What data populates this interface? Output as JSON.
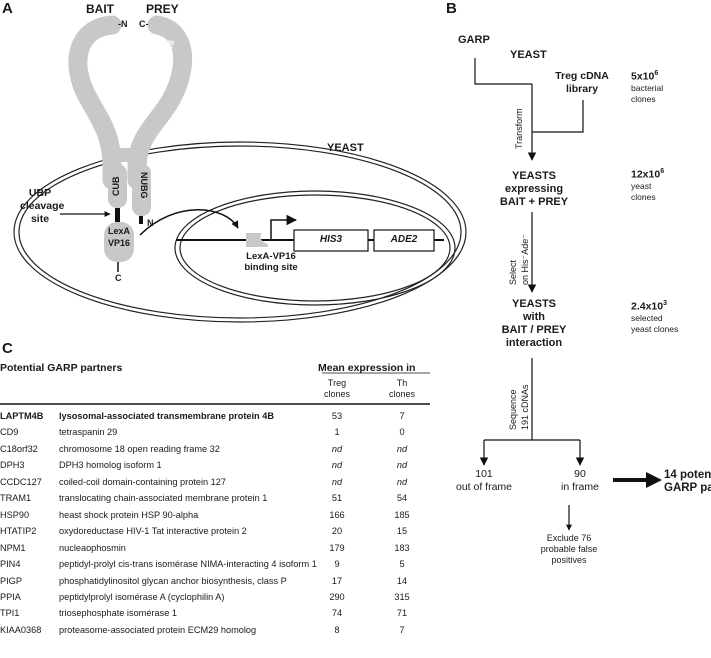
{
  "panel_a": {
    "label": "A",
    "bait": "BAIT",
    "prey": "PREY",
    "n_top": "-N",
    "c_top": "C-",
    "garp": "GARP",
    "treg_proteins": "Treg proteins",
    "yeast": "YEAST",
    "cub": "CUB",
    "nubg": "NUBG",
    "ubp_cleavage_site": [
      "UBP",
      "cleavage",
      "site"
    ],
    "n_bottom": "N",
    "lexa": "LexA",
    "vp16": "VP16",
    "c_bottom": "C",
    "binding_site": [
      "LexA-VP16",
      "binding site"
    ],
    "his3": "HIS3",
    "ade2": "ADE2"
  },
  "panel_b": {
    "label": "B",
    "garp": "GARP",
    "yeast": "YEAST",
    "treg_library": [
      "Treg cDNA",
      "library"
    ],
    "count1": {
      "value": "5x10",
      "exp": "6",
      "desc": [
        "bacterial",
        "clones"
      ]
    },
    "transform": "Transform",
    "yeasts_expressing": [
      "YEASTS",
      "expressing",
      "BAIT + PREY"
    ],
    "count2": {
      "value": "12x10",
      "exp": "6",
      "desc": [
        "yeast",
        "clones"
      ]
    },
    "select": [
      "Select",
      "on His⁻Ade⁻"
    ],
    "yeasts_with": [
      "YEASTS",
      "with",
      "BAIT / PREY",
      "interaction"
    ],
    "count3": {
      "value": "2.4x10",
      "exp": "3",
      "desc": [
        "selected",
        "yeast clones"
      ]
    },
    "sequence": [
      "Sequence",
      "191 cDNAs"
    ],
    "out_of_frame": [
      "101",
      "out of frame"
    ],
    "in_frame": [
      "90",
      "in frame"
    ],
    "exclude": [
      "Exclude 76",
      "probable false",
      "positives"
    ],
    "potential": [
      "14 potential",
      "GARP partners"
    ]
  },
  "panel_c": {
    "label": "C",
    "title": "Potential GARP partners",
    "mean_expression": "Mean expression in",
    "col1": [
      "Treg",
      "clones"
    ],
    "col2": [
      "Th",
      "clones"
    ],
    "rows": [
      {
        "gene": "LAPTM4B",
        "desc": "lysosomal-associated transmembrane protein 4B",
        "treg": "53",
        "th": "7"
      },
      {
        "gene": "CD9",
        "desc": "tetraspanin 29",
        "treg": "1",
        "th": "0"
      },
      {
        "gene": "C18orf32",
        "desc": "chromosome 18 open reading frame 32",
        "treg": "nd",
        "th": "nd"
      },
      {
        "gene": "DPH3",
        "desc": "DPH3 homolog isoform 1",
        "treg": "nd",
        "th": "nd"
      },
      {
        "gene": "CCDC127",
        "desc": "coiled-coil domain-containing protein 127",
        "treg": "nd",
        "th": "nd"
      },
      {
        "gene": "TRAM1",
        "desc": "translocating chain-associated membrane protein 1",
        "treg": "51",
        "th": "54"
      },
      {
        "gene": "HSP90",
        "desc": "heast shock protein HSP 90-alpha",
        "treg": "166",
        "th": "185"
      },
      {
        "gene": "HTATIP2",
        "desc": "oxydoreductase HIV-1 Tat interactive protein 2",
        "treg": "20",
        "th": "15"
      },
      {
        "gene": "NPM1",
        "desc": "nucleaophosmin",
        "treg": "179",
        "th": "183"
      },
      {
        "gene": "PIN4",
        "desc": "peptidyl-prolyl cis-trans isomérase NIMA-interacting 4 isoform 1",
        "treg": "9",
        "th": "5"
      },
      {
        "gene": "PIGP",
        "desc": "phosphatidylinositol glycan anchor biosynthesis, class P",
        "treg": "17",
        "th": "14"
      },
      {
        "gene": "PPIA",
        "desc": "peptidylprolyl isomérase A (cyclophilin A)",
        "treg": "290",
        "th": "315"
      },
      {
        "gene": "TPI1",
        "desc": "triosephosphate isomérase 1",
        "treg": "74",
        "th": "71"
      },
      {
        "gene": "KIAA0368",
        "desc": "proteasome-associated protein ECM29 homolog",
        "treg": "8",
        "th": "7"
      }
    ]
  }
}
